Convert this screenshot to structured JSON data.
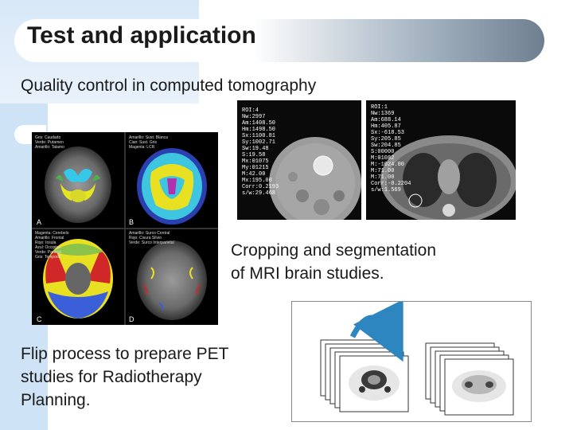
{
  "slide": {
    "title": "Test and application",
    "subtitle": "Quality control in computed tomography",
    "mri_caption_line1": "Cropping and segmentation",
    "mri_caption_line2": "of MRI brain studies.",
    "pet_caption_line1": "Flip process to prepare PET",
    "pet_caption_line2": "studies for Radiotherapy",
    "pet_caption_line3": "Planning."
  },
  "ct_left_readout": {
    "lines": [
      "ROI:4",
      "Nw:2997",
      "Am:1408.50",
      "Hm:1498.50",
      "Sx:1100.81",
      "Sy:1002.71",
      "Sw:19.48",
      "S:19.58",
      "Mx:01075",
      "My:01215",
      "M:42.00",
      "Mx:195.00",
      "Corr:0.2193",
      "s/w:29.468"
    ]
  },
  "ct_right_readout": {
    "lines": [
      "ROI:1",
      "Nw:1369",
      "Am:688.14",
      "Hm:405.87",
      "Sx:-618.53",
      "Sy:205.85",
      "Sw:204.85",
      "S:00000",
      "M:01082",
      "M:-1024.00",
      "M:71.00",
      "M:71.00",
      "Corr:-0.2204",
      "s/w:1.569"
    ]
  },
  "brain_panels": {
    "a": {
      "letter": "A",
      "lines": [
        "Gris: Caudado",
        "Verde: Putamen",
        "Amarillo: Talamo"
      ]
    },
    "b": {
      "letter": "B",
      "lines": [
        "Amarillo: Sust. Blanca",
        "Cian: Sust. Gris",
        "Magenta: LCR"
      ]
    },
    "c": {
      "letter": "C",
      "lines": [
        "Magenta: Cerebelo",
        "Amarillo: Frontal",
        "Rojo: Insula",
        "Azul: Occipital",
        "Verde: Parietal",
        "Gris: Temporal"
      ]
    },
    "d": {
      "letter": "D",
      "lines": [
        "Amarillo: Surco Central",
        "Rojo: Cisura Silvio",
        "Verde: Surco Interparietal"
      ]
    }
  },
  "colors": {
    "left_band": "#cfe3f6",
    "title_bar_end": "#6e7f90",
    "flip_arrow": "#2e86c1"
  }
}
